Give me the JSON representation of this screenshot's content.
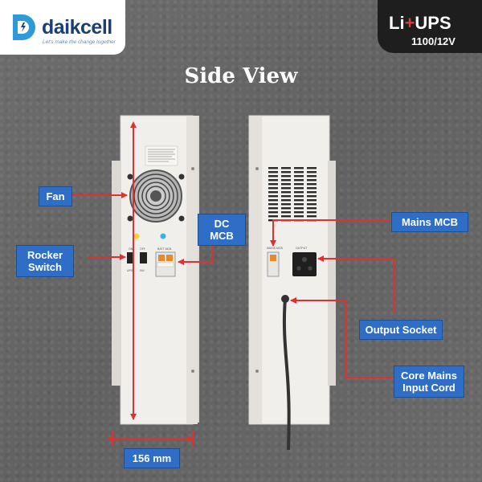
{
  "brand": {
    "name": "daikcell",
    "tagline": "Let's make the change together",
    "color": "#1c3f72"
  },
  "badge": {
    "title_a": "Li",
    "title_plus": "+",
    "title_b": "UPS",
    "subtitle": "1100/12V",
    "accent": "#e23a3a"
  },
  "heading": "Side View",
  "labels": {
    "fan": "Fan",
    "rocker_switch_1": "Rocker",
    "rocker_switch_2": "Switch",
    "dc_mcb": "DC MCB",
    "mains_mcb": "Mains MCB",
    "output_socket": "Output Socket",
    "core_mains_1": "Core Mains",
    "core_mains_2": "Input Cord",
    "width": "156 mm"
  },
  "device_left": {
    "switch_labels": [
      "ON",
      "OFF",
      "UPS",
      "INV"
    ],
    "mcb_label": "BATT MCB"
  },
  "device_right": {
    "mcb_label": "MAINS MCB",
    "socket_label": "OUTPUT"
  },
  "colors": {
    "callout": "#2e6ec6",
    "arrow": "#e03030",
    "device": "#f1efec"
  }
}
